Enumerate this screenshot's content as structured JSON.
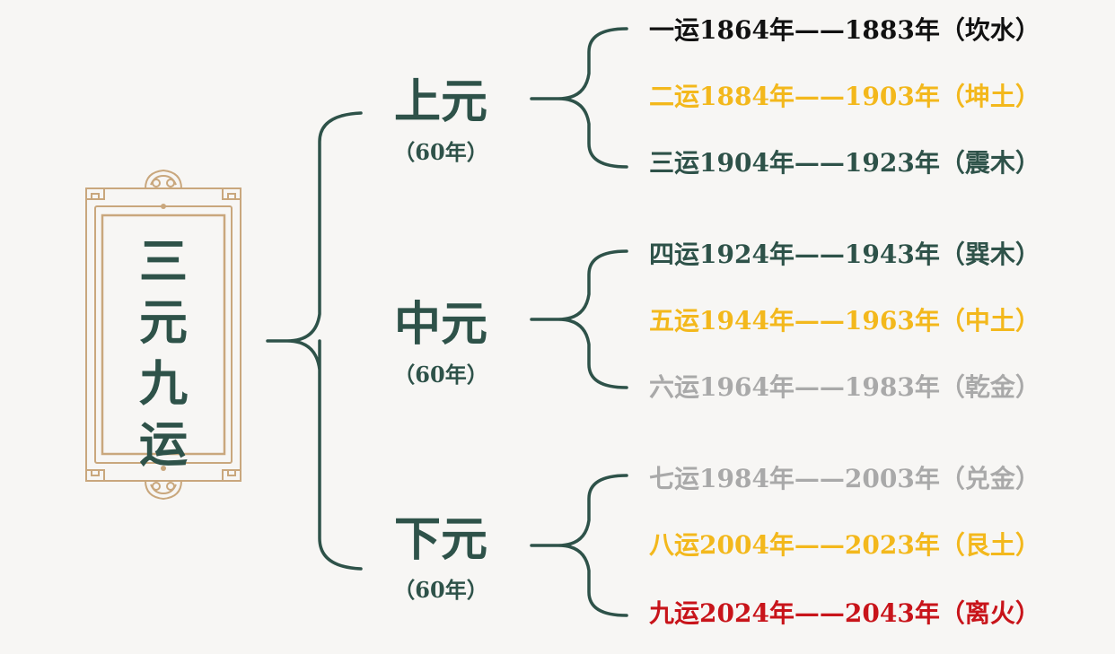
{
  "title": {
    "chars": [
      "三",
      "元",
      "九",
      "运"
    ]
  },
  "yuan": [
    {
      "name": "上元",
      "years": "（60年）"
    },
    {
      "name": "中元",
      "years": "（60年）"
    },
    {
      "name": "下元",
      "years": "（60年）"
    }
  ],
  "periods": [
    {
      "label": "一运1864年——1883年（坎水）",
      "color": "#111111"
    },
    {
      "label": "二运1884年——1903年（坤土）",
      "color": "#f3b81c"
    },
    {
      "label": "三运1904年——1923年（震木）",
      "color": "#2e5249"
    },
    {
      "label": "四运1924年——1943年（巽木）",
      "color": "#2e5249"
    },
    {
      "label": "五运1944年——1963年（中土）",
      "color": "#f3b81c"
    },
    {
      "label": "六运1964年——1983年（乾金）",
      "color": "#a9a9a9"
    },
    {
      "label": "七运1984年——2003年（兑金）",
      "color": "#a9a9a9"
    },
    {
      "label": "八运2004年——2023年（艮土）",
      "color": "#f3b81c"
    },
    {
      "label": "九运2024年——2043年（离火）",
      "color": "#c8141a"
    }
  ],
  "colors": {
    "bracket": "#2e5249",
    "frame": "#c9a77d",
    "text_main": "#2e5249"
  }
}
